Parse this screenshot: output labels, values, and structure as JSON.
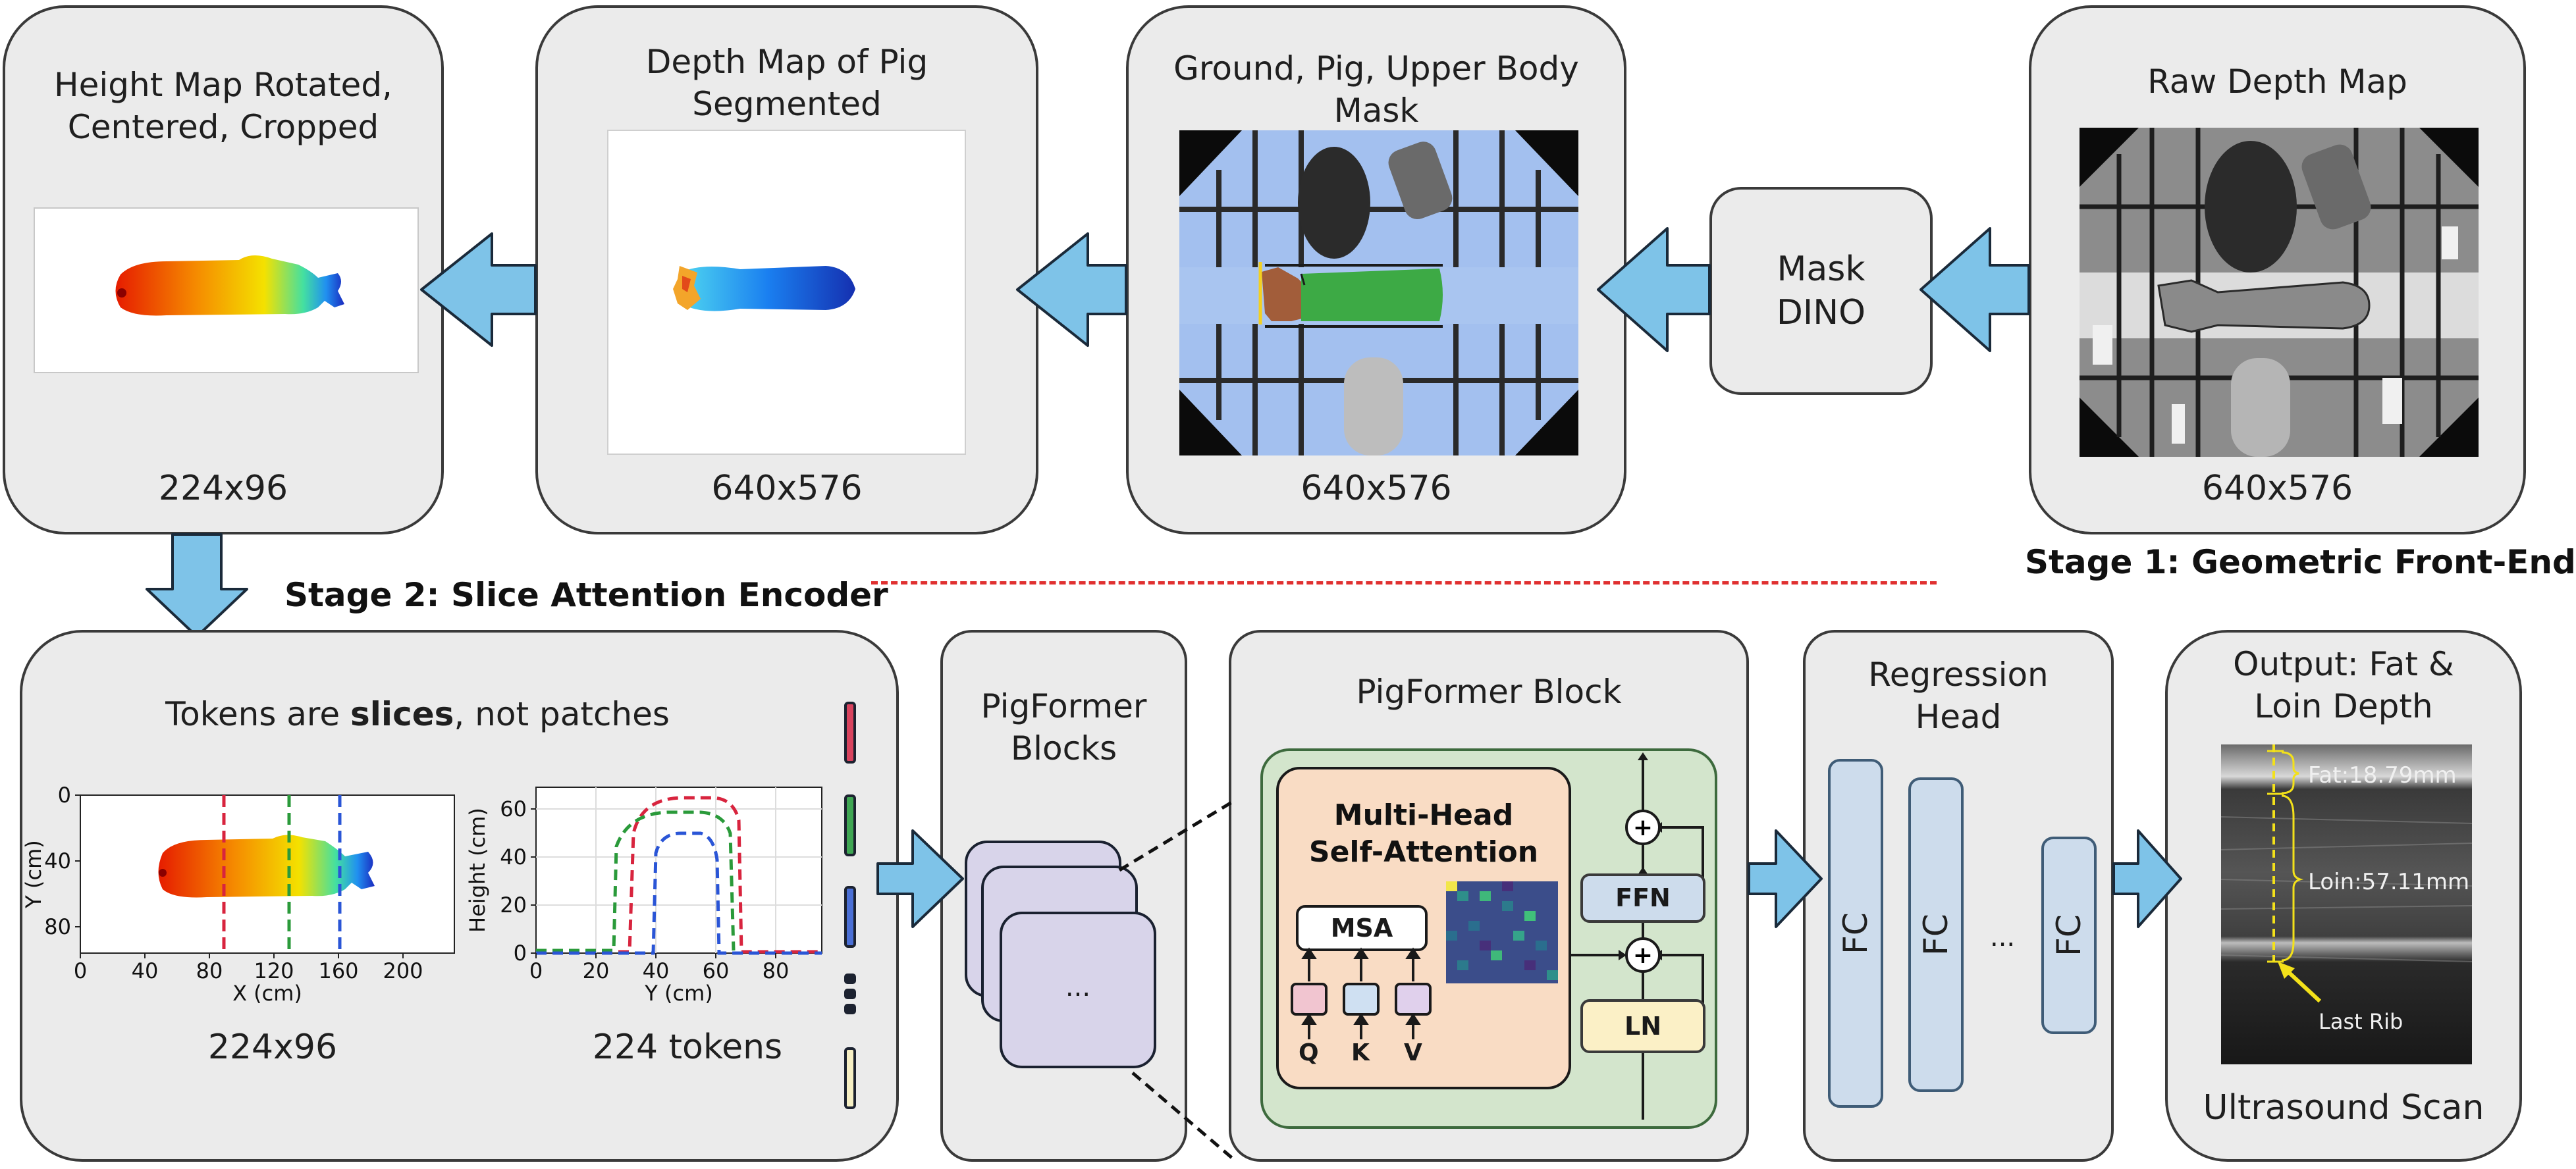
{
  "colors": {
    "panel_bg": "#ebebeb",
    "panel_border": "#3a3a3a",
    "arrow_fill": "#7ec3e8",
    "arrow_stroke": "#1a2a3a",
    "divider": "#e03030",
    "token_colors": [
      "#d8435e",
      "#3fa653",
      "#4a6fd6",
      "#1c2230",
      "#f6efc4"
    ]
  },
  "stage1": {
    "label": "Stage 1: Geometric Front-End",
    "raw": {
      "title": "Raw Depth Map",
      "caption": "640x576"
    },
    "dino": {
      "label_line1": "Mask",
      "label_line2": "DINO"
    },
    "mask": {
      "title_line1": "Ground, Pig, Upper Body",
      "title_line2": "Mask",
      "caption": "640x576"
    },
    "depth": {
      "title_line1": "Depth Map of Pig",
      "title_line2": "Segmented",
      "caption": "640x576"
    },
    "height": {
      "title_line1": "Height Map Rotated,",
      "title_line2": "Centered, Cropped",
      "caption": "224x96"
    }
  },
  "stage2": {
    "label": "Stage 2: Slice Attention Encoder",
    "tokens_panel": {
      "heading_pre": "Tokens are ",
      "heading_bold": "slices",
      "heading_post": ", not patches",
      "caption_left": "224x96",
      "caption_right": "224 tokens",
      "heatmap_plot": {
        "ylabel": "Y (cm)",
        "xlabel": "X (cm)",
        "x_ticks": [
          "0",
          "40",
          "80",
          "120",
          "160",
          "200"
        ],
        "y_ticks": [
          "0",
          "40",
          "80"
        ]
      },
      "profile_plot": {
        "ylabel": "Height (cm)",
        "xlabel": "Y (cm)",
        "x_ticks": [
          "0",
          "20",
          "40",
          "60",
          "80"
        ],
        "y_ticks": [
          "0",
          "20",
          "40",
          "60"
        ]
      }
    },
    "blocks_panel": {
      "title_line1": "PigFormer",
      "title_line2": "Blocks",
      "stack_label": "..."
    },
    "block_detail": {
      "title": "PigFormer Block",
      "mha_line1": "Multi-Head",
      "mha_line2": "Self-Attention",
      "msa": "MSA",
      "q": "Q",
      "k": "K",
      "v": "V",
      "ffn": "FFN",
      "ln": "LN",
      "plus": "+"
    },
    "regression": {
      "title_line1": "Regression",
      "title_line2": "Head",
      "fc": "FC",
      "dots": "..."
    },
    "output": {
      "title_line1": "Output: Fat &",
      "title_line2": "Loin Depth",
      "caption": "Ultrasound Scan",
      "fat": "Fat:18.79mm",
      "loin": "Loin:57.11mm",
      "rib": "Last Rib"
    }
  }
}
